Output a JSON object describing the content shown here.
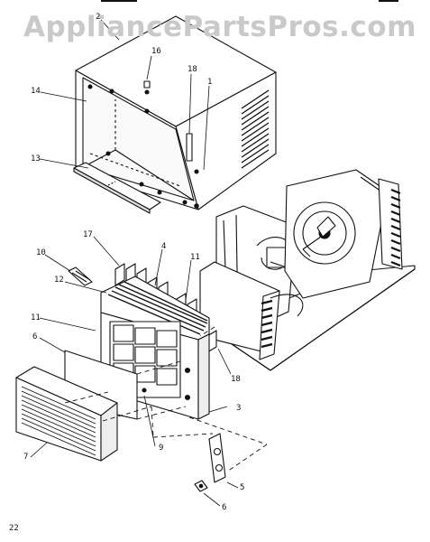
{
  "watermark": "AppliancePartsPros.com",
  "page_number": "22",
  "callouts": {
    "c2": "2",
    "c16": "16",
    "c18a": "18",
    "c1": "1",
    "c14": "14",
    "c13": "13",
    "c17": "17",
    "c4": "4",
    "c10": "10",
    "c11a": "11",
    "c12": "12",
    "c11b": "11",
    "c6a": "6",
    "c18b": "18",
    "c3": "3",
    "c7": "7",
    "c9": "9",
    "c5": "5",
    "c6b": "6"
  },
  "parts": [
    "cabinet-shell",
    "cabinet-rail",
    "front-panel",
    "front-grille",
    "air-filter",
    "chassis-base",
    "blower-scroll",
    "condenser-fan-shroud",
    "evaporator-coil",
    "condenser-coil",
    "control-plate"
  ]
}
